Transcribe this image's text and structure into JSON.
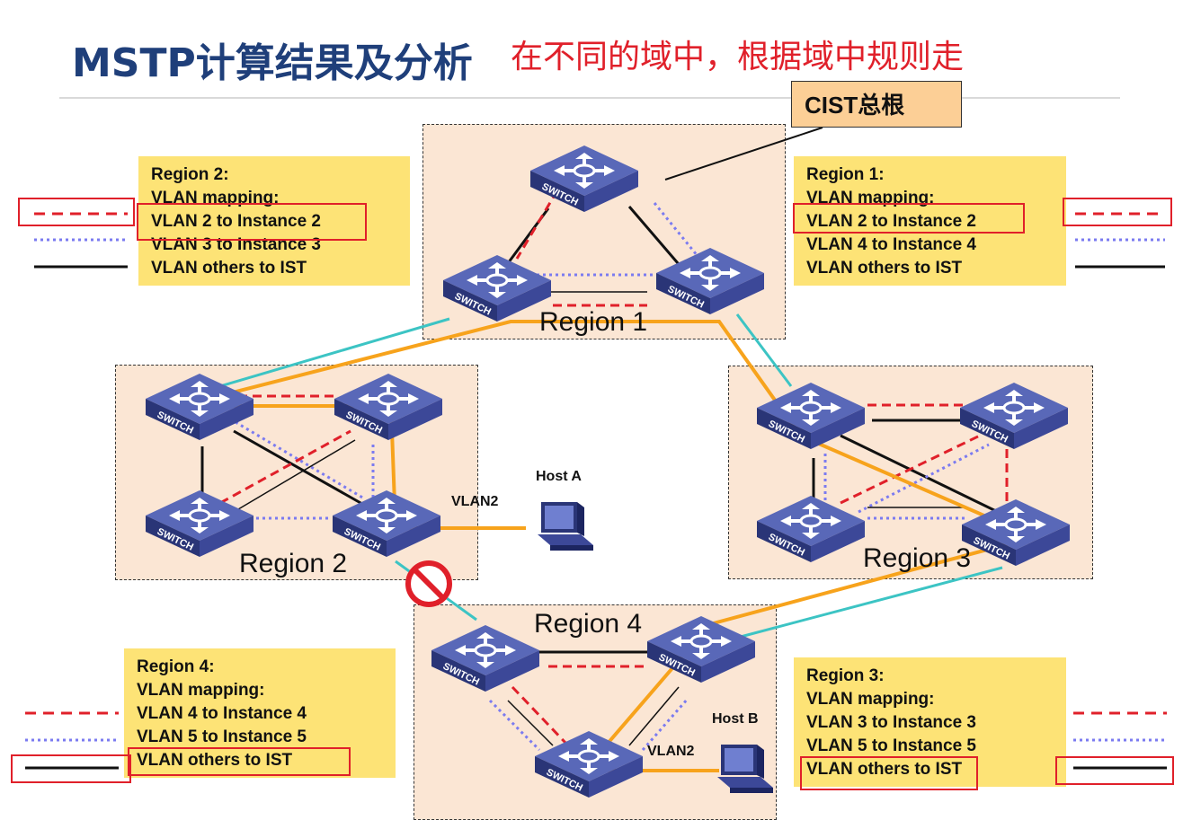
{
  "title": "MSTP计算结果及分析",
  "subtitle": "在不同的域中，根据域中规则走",
  "callout": "CIST总根",
  "regions": {
    "r1": "Region 1",
    "r2": "Region 2",
    "r3": "Region 3",
    "r4": "Region 4"
  },
  "switch_label": "SWITCH",
  "info": {
    "region2": [
      "Region 2:",
      "VLAN mapping:",
      "VLAN 2 to Instance 2",
      "VLAN 3 to Instance 3",
      "VLAN others to IST"
    ],
    "region1": [
      "Region 1:",
      "VLAN mapping:",
      "VLAN 2 to Instance 2",
      "VLAN 4 to Instance 4",
      "VLAN others to IST"
    ],
    "region4": [
      "Region 4:",
      "VLAN mapping:",
      "VLAN 4 to Instance 4",
      "VLAN 5 to Instance 5",
      "VLAN others to IST"
    ],
    "region3": [
      "Region 3:",
      "VLAN mapping:",
      "VLAN 3 to Instance 3",
      "VLAN 5 to Instance 5",
      "VLAN others to IST"
    ]
  },
  "hosts": {
    "host_a": "Host A",
    "host_b": "Host B",
    "vlan_a": "VLAN2",
    "vlan_b": "VLAN2"
  },
  "colors": {
    "instance_red": "#e0202a",
    "instance_blue_dotted": "#7b7bf0",
    "ist_black": "#111111",
    "path_orange": "#f7a31c",
    "inter_region_cyan": "#3cc4c4",
    "region_bg": "#fbe6d4",
    "info_bg": "#fde376",
    "title_blue": "#1f3f7a"
  }
}
